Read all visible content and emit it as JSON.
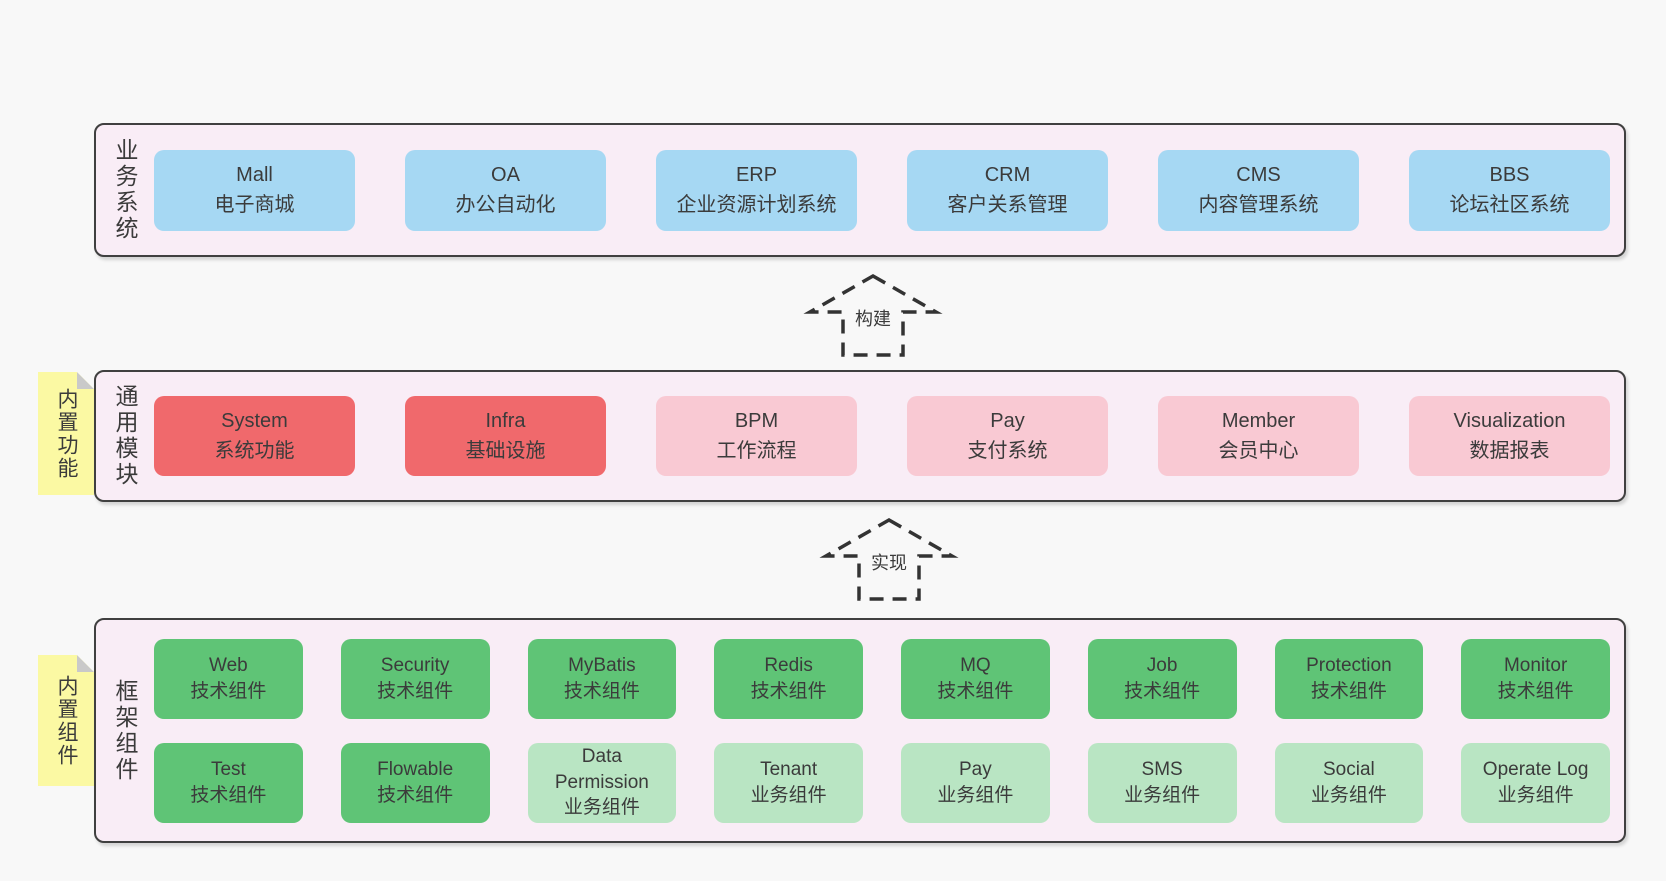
{
  "arrows": [
    {
      "label": "构建"
    },
    {
      "label": "实现"
    }
  ],
  "bands": [
    {
      "label": "业务系统",
      "boxes": [
        {
          "name": "Mall",
          "desc": "电子商城",
          "type": "blue"
        },
        {
          "name": "OA",
          "desc": "办公自动化",
          "type": "blue"
        },
        {
          "name": "ERP",
          "desc": "企业资源计划系统",
          "type": "blue"
        },
        {
          "name": "CRM",
          "desc": "客户关系管理",
          "type": "blue"
        },
        {
          "name": "CMS",
          "desc": "内容管理系统",
          "type": "blue"
        },
        {
          "name": "BBS",
          "desc": "论坛社区系统",
          "type": "blue"
        }
      ]
    },
    {
      "label": "通用模块",
      "sticky": "内置功能",
      "boxes": [
        {
          "name": "System",
          "desc": "系统功能",
          "type": "red"
        },
        {
          "name": "Infra",
          "desc": "基础设施",
          "type": "red"
        },
        {
          "name": "BPM",
          "desc": "工作流程",
          "type": "pink"
        },
        {
          "name": "Pay",
          "desc": "支付系统",
          "type": "pink"
        },
        {
          "name": "Member",
          "desc": "会员中心",
          "type": "pink"
        },
        {
          "name": "Visualization",
          "desc": "数据报表",
          "type": "pink"
        }
      ]
    },
    {
      "label": "框架组件",
      "sticky": "内置组件",
      "rows": [
        [
          {
            "name": "Web",
            "desc": "技术组件",
            "type": "green"
          },
          {
            "name": "Security",
            "desc": "技术组件",
            "type": "green"
          },
          {
            "name": "MyBatis",
            "desc": "技术组件",
            "type": "green"
          },
          {
            "name": "Redis",
            "desc": "技术组件",
            "type": "green"
          },
          {
            "name": "MQ",
            "desc": "技术组件",
            "type": "green"
          },
          {
            "name": "Job",
            "desc": "技术组件",
            "type": "green"
          },
          {
            "name": "Protection",
            "desc": "技术组件",
            "type": "green"
          },
          {
            "name": "Monitor",
            "desc": "技术组件",
            "type": "green"
          }
        ],
        [
          {
            "name": "Test",
            "desc": "技术组件",
            "type": "green"
          },
          {
            "name": "Flowable",
            "desc": "技术组件",
            "type": "green"
          },
          {
            "name": "Data Permission",
            "desc": "业务组件",
            "type": "green-light"
          },
          {
            "name": "Tenant",
            "desc": "业务组件",
            "type": "green-light"
          },
          {
            "name": "Pay",
            "desc": "业务组件",
            "type": "green-light"
          },
          {
            "name": "SMS",
            "desc": "业务组件",
            "type": "green-light"
          },
          {
            "name": "Social",
            "desc": "业务组件",
            "type": "green-light"
          },
          {
            "name": "Operate Log",
            "desc": "业务组件",
            "type": "green-light"
          }
        ]
      ]
    }
  ],
  "colors": {
    "page_bg": "#f8f8f8",
    "band_bg": "#f9edf6",
    "band_border": "#404040",
    "blue": "#a6d8f3",
    "red": "#f0696c",
    "pink": "#f9c9d3",
    "green": "#5fc476",
    "green_light": "#b9e5c3",
    "sticky_yellow": "#fbf9a3",
    "fold_gray": "#c9c9c9",
    "text": "#3b3b3b"
  }
}
